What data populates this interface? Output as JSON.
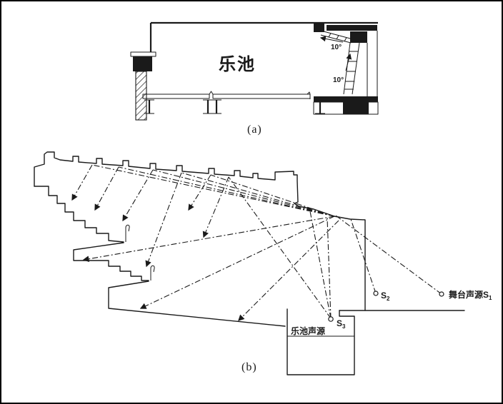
{
  "figure": {
    "panel_a": {
      "caption": "(a)",
      "room_label": "乐池",
      "angle_labels": [
        "10°",
        "10°"
      ]
    },
    "panel_b": {
      "caption": "(b)",
      "pit_source_label": "乐池声源",
      "sources": {
        "stage": {
          "label_prefix": "舞台声源S",
          "subscript": "1"
        },
        "s2": {
          "label_prefix": "S",
          "subscript": "2"
        },
        "s3": {
          "label_prefix": "S",
          "subscript": "3"
        }
      }
    },
    "colors": {
      "ink": "#1a1a1a",
      "background": "#ffffff"
    }
  }
}
